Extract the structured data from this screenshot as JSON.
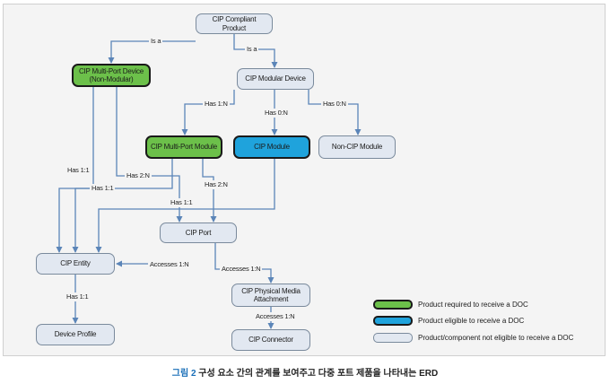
{
  "nodes": {
    "cip_compliant_product": "CIP Compliant Product",
    "cip_multi_port_device": "CIP Multi-Port Device\n(Non-Modular)",
    "cip_modular_device": "CIP Modular Device",
    "cip_multi_port_module": "CIP Multi-Port Module",
    "cip_module": "CIP Module",
    "non_cip_module": "Non-CIP Module",
    "cip_port": "CIP Port",
    "cip_entity": "CIP Entity",
    "cip_physical_media_attachment": "CIP Physical Media\nAttachment",
    "device_profile": "Device Profile",
    "cip_connector": "CIP Connector"
  },
  "edge_labels": {
    "is_a_left": "Is a",
    "is_a_right": "Is a",
    "has_1n_modular_to_multiport": "Has 1:N",
    "has_0n_modular_to_module": "Has 0:N",
    "has_0n_modular_to_noncip": "Has 0:N",
    "has_11_device_to_entity": "Has 1:1",
    "has_2n_device_to_port": "Has 2:N",
    "has_11_module_to_entity": "Has 1:1",
    "has_2n_module_to_port": "Has 2:N",
    "has_11_port_to_entity": "Has 1:1",
    "accesses_port_to_entity": "Accesses 1:N",
    "accesses_port_to_pma": "Accesses 1:N",
    "has_11_entity_to_profile": "Has 1:1",
    "accesses_pma_to_connector": "Accesses 1:N"
  },
  "legend": {
    "required": "Product required to receive a DOC",
    "eligible": "Product eligible to receive a DOC",
    "not_eligible": "Product/component not eligible to receive a DOC"
  },
  "colors": {
    "required": "#6cc04a",
    "eligible": "#1fa3dc",
    "not_eligible": "#e2e8f1",
    "edge": "#5b85b8"
  },
  "caption": {
    "figure": "그림 2",
    "text": " 구성 요소 간의 관계를 보여주고 다중 포트 제품을 나타내는 ERD"
  }
}
